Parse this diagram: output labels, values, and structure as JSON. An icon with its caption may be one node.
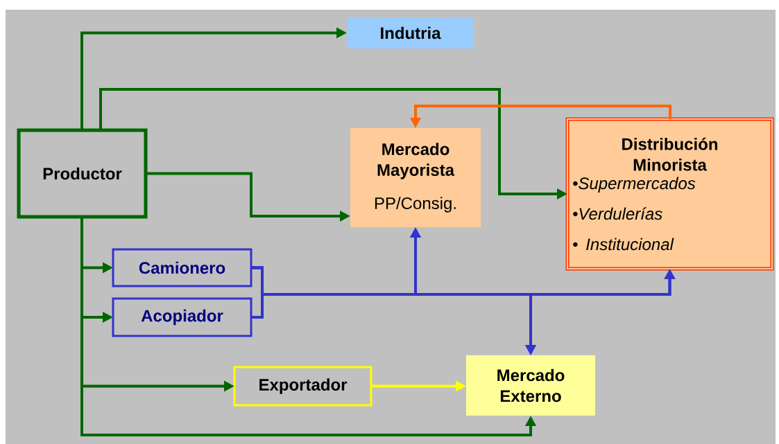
{
  "diagram": {
    "nodes": [
      {
        "text": [
          "Productor"
        ]
      },
      {
        "text": [
          "Indutria"
        ]
      },
      {
        "text": [
          "Mercado Mayorista",
          "PP/Consig."
        ]
      },
      {
        "text": [
          "Distribución Minorista",
          "•Supermercados",
          "•Verdulerías",
          "• Institucional"
        ]
      },
      {
        "text": [
          "Camionero"
        ]
      },
      {
        "text": [
          "Acopiador"
        ]
      },
      {
        "text": [
          "Exportador"
        ]
      },
      {
        "text": [
          "Mercado Externo"
        ]
      }
    ],
    "edges": [
      {
        "from": 0,
        "to": 1,
        "arrow": "to"
      },
      {
        "from": 0,
        "to": 3,
        "arrow": "to"
      },
      {
        "from": 0,
        "to": 2,
        "arrow": "to"
      },
      {
        "from": 0,
        "to": 4,
        "arrow": "to"
      },
      {
        "from": 0,
        "to": 5,
        "arrow": "to"
      },
      {
        "from": 0,
        "to": 6,
        "arrow": "to"
      },
      {
        "from": 0,
        "to": 7,
        "arrow": "to"
      },
      {
        "from": 3,
        "to": 2,
        "arrow": "to",
        "color": "#ff6600"
      },
      {
        "from": 4,
        "to": 2,
        "arrow": "to",
        "color": "#3333cc"
      },
      {
        "from": 4,
        "to": 3,
        "arrow": "to",
        "color": "#3333cc"
      },
      {
        "from": 4,
        "to": 7,
        "arrow": "to",
        "color": "#3333cc"
      },
      {
        "from": 5,
        "to": 2,
        "arrow": "to",
        "color": "#3333cc"
      },
      {
        "from": 5,
        "to": 3,
        "arrow": "to",
        "color": "#3333cc"
      },
      {
        "from": 5,
        "to": 7,
        "arrow": "to",
        "color": "#3333cc"
      },
      {
        "from": 6,
        "to": 7,
        "arrow": "to",
        "color": "#ffff00"
      }
    ]
  }
}
